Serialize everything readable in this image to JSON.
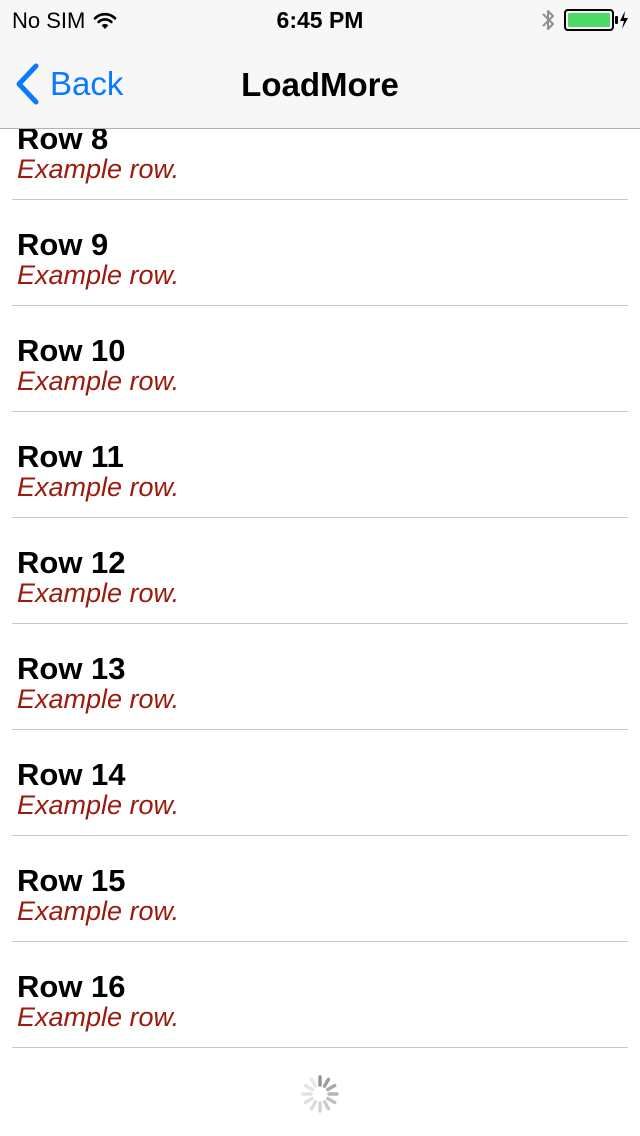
{
  "status_bar": {
    "carrier": "No SIM",
    "time": "6:45 PM",
    "wifi_icon": "wifi-icon",
    "bluetooth_icon": "bluetooth-icon",
    "battery_icon": "battery-charging-icon",
    "battery_color": "#4cd964"
  },
  "nav_bar": {
    "back_label": "Back",
    "title": "LoadMore",
    "accent_color": "#0a7aff"
  },
  "rows": [
    {
      "title": "Row 8",
      "subtitle": "Example row."
    },
    {
      "title": "Row 9",
      "subtitle": "Example row."
    },
    {
      "title": "Row 10",
      "subtitle": "Example row."
    },
    {
      "title": "Row 11",
      "subtitle": "Example row."
    },
    {
      "title": "Row 12",
      "subtitle": "Example row."
    },
    {
      "title": "Row 13",
      "subtitle": "Example row."
    },
    {
      "title": "Row 14",
      "subtitle": "Example row."
    },
    {
      "title": "Row 15",
      "subtitle": "Example row."
    },
    {
      "title": "Row 16",
      "subtitle": "Example row."
    }
  ],
  "loader": {
    "icon": "activity-spinner-icon"
  }
}
